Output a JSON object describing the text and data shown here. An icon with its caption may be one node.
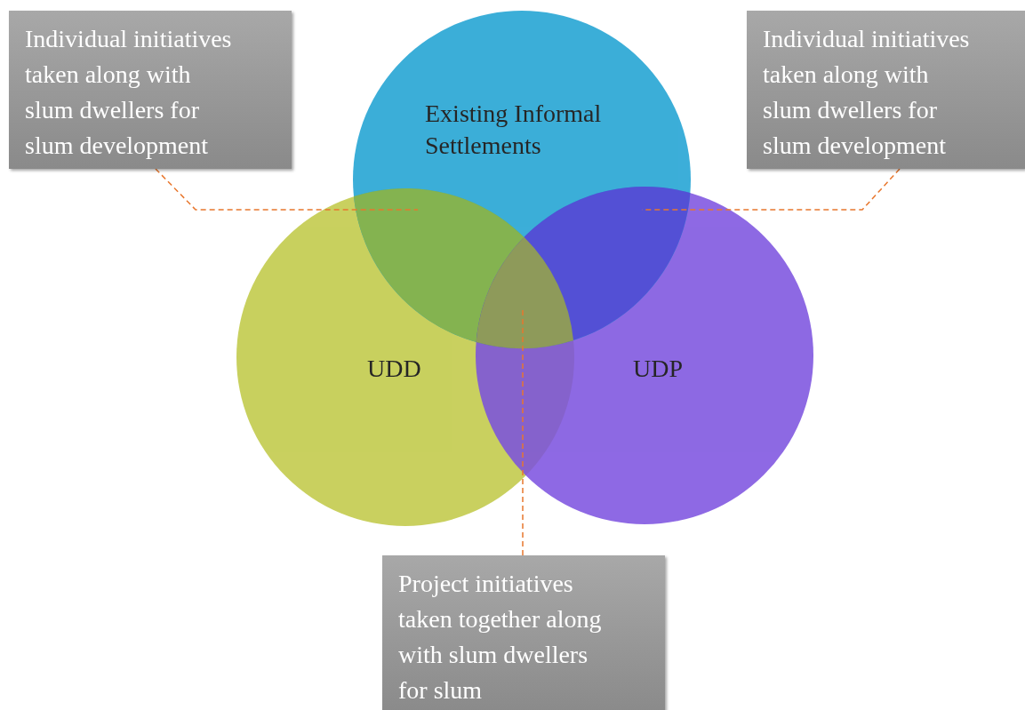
{
  "diagram": {
    "nodes": [
      {
        "text": [
          "Existing Informal Settlements"
        ]
      },
      {
        "text": [
          "UDD"
        ]
      },
      {
        "text": [
          "UDP"
        ]
      },
      {
        "text": [
          "Individual initiatives taken along with slum dwellers for slum development"
        ]
      },
      {
        "text": [
          "Individual initiatives taken along with slum dwellers for slum development"
        ]
      },
      {
        "text": [
          "Project initiatives taken together along with slum dwellers for slum"
        ]
      },
      {
        "text": [],
        "shape": "lens"
      },
      {
        "text": [],
        "shape": "lens"
      },
      {
        "text": [],
        "shape": "triangle"
      }
    ],
    "edges": [
      {
        "from": 3,
        "to": 6,
        "arrow": "none",
        "style": "dashed",
        "color": "#e8772e"
      },
      {
        "from": 4,
        "to": 7,
        "arrow": "none",
        "style": "dashed",
        "color": "#e8772e"
      },
      {
        "from": 5,
        "to": 8,
        "arrow": "none",
        "style": "dashed",
        "color": "#e8772e"
      }
    ]
  }
}
